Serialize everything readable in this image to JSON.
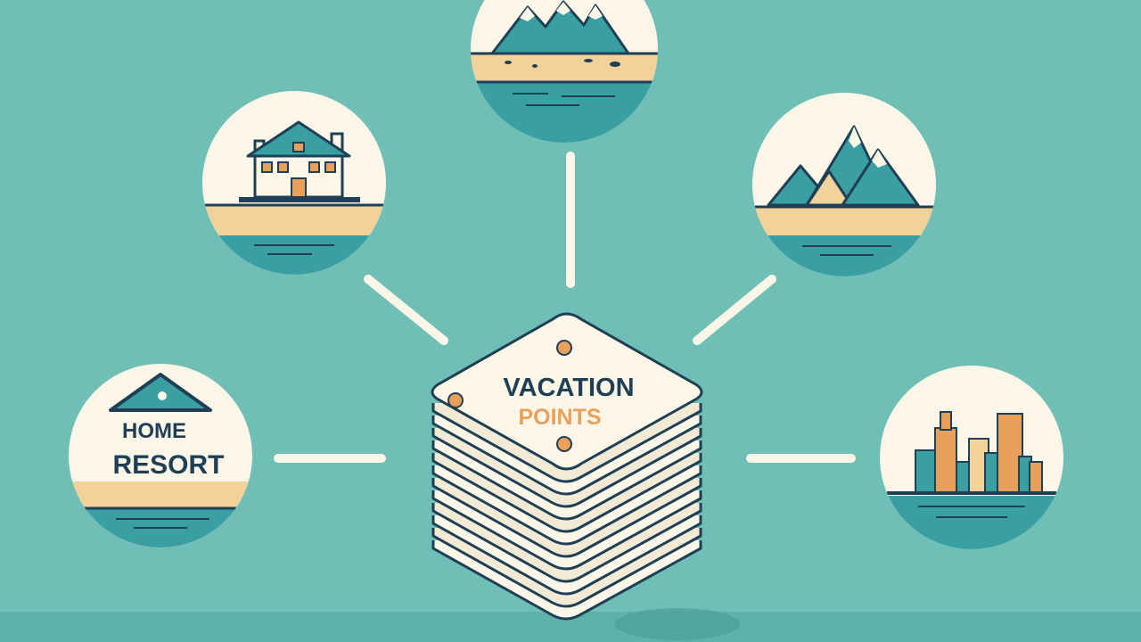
{
  "center": {
    "line1": "VACATION",
    "line2": "POINTS"
  },
  "home_resort": {
    "line1": "HOME",
    "line2": "RESORT"
  },
  "destinations": [
    {
      "id": "beach-mountains",
      "icon": "mountain-beach-icon"
    },
    {
      "id": "house",
      "icon": "house-icon"
    },
    {
      "id": "mountain-beach",
      "icon": "mountain-range-icon"
    },
    {
      "id": "city",
      "icon": "city-skyline-icon"
    }
  ],
  "colors": {
    "background": "#6fbfb6",
    "teal": "#3a9fa2",
    "navy": "#1f3f55",
    "sand": "#f0d29a",
    "cream": "#fbf6e8",
    "orange": "#e8a05a"
  }
}
